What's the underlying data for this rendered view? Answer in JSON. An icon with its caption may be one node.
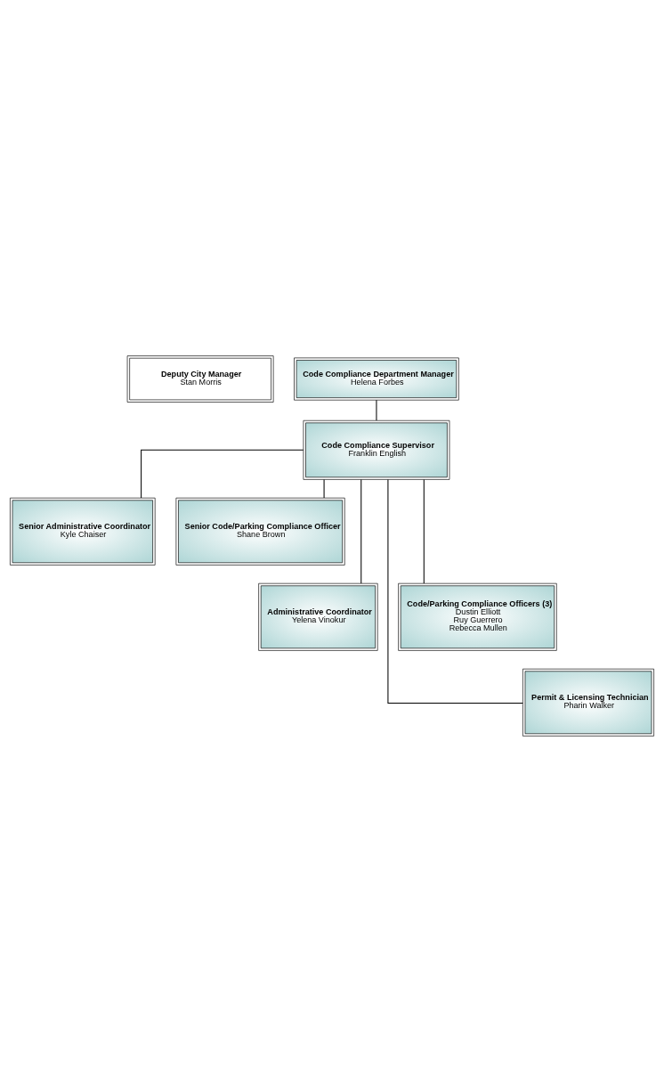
{
  "diagram": {
    "nodes": [
      {
        "text": [
          "Deputy City Manager",
          "Stan Morris"
        ]
      },
      {
        "text": [
          "Code Compliance Department Manager",
          "Helena Forbes"
        ]
      },
      {
        "text": [
          "Code Compliance Supervisor",
          "Franklin English"
        ]
      },
      {
        "text": [
          "Senior Administrative Coordinator",
          "Kyle Chaiser"
        ]
      },
      {
        "text": [
          "Senior Code/Parking Compliance Officer",
          "Shane Brown"
        ]
      },
      {
        "text": [
          "Administrative Coordinator",
          "Yelena Vinokur"
        ]
      },
      {
        "text": [
          "Code/Parking Compliance Officers (3)",
          "Dustin Elliott",
          "Ruy Guerrero",
          "Rebecca Mullen"
        ]
      },
      {
        "text": [
          "Permit & Licensing Technician",
          "Pharin Walker"
        ]
      }
    ],
    "edges": [
      {
        "from": 1,
        "to": 2,
        "arrow": "none"
      },
      {
        "from": 2,
        "to": 3,
        "arrow": "none"
      },
      {
        "from": 2,
        "to": 4,
        "arrow": "none"
      },
      {
        "from": 2,
        "to": 5,
        "arrow": "none"
      },
      {
        "from": 2,
        "to": 6,
        "arrow": "none"
      },
      {
        "from": 2,
        "to": 7,
        "arrow": "none"
      }
    ]
  }
}
